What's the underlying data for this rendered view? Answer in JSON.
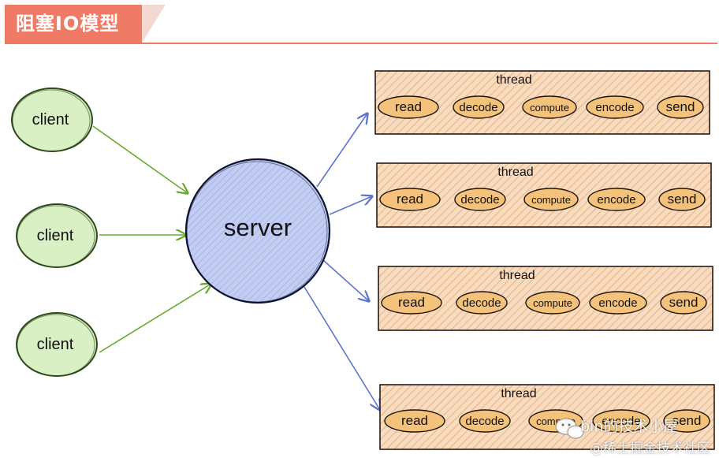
{
  "title": "阻塞IO模型",
  "clients": [
    "client",
    "client",
    "client"
  ],
  "server": "server",
  "threads": [
    {
      "label": "thread",
      "steps": [
        "read",
        "decode",
        "compute",
        "encode",
        "send"
      ]
    },
    {
      "label": "thread",
      "steps": [
        "read",
        "decode",
        "compute",
        "encode",
        "send"
      ]
    },
    {
      "label": "thread",
      "steps": [
        "read",
        "decode",
        "compute",
        "encode",
        "send"
      ]
    },
    {
      "label": "thread",
      "steps": [
        "read",
        "decode",
        "compute",
        "encode",
        "send"
      ]
    }
  ],
  "watermark": {
    "line1": "bin的技术小屋",
    "line2": "@稀土掘金技术社区"
  },
  "colors": {
    "title_bg": "#ef7b66",
    "client_fill": "#d9efc4",
    "client_stroke": "#2d4a1a",
    "client_arrow": "#6aaa2f",
    "server_fill": "#b9c4ee",
    "server_arrow": "#5f74cf",
    "thread_fill": "#f7d7b5",
    "thread_hatch": "#e6a070",
    "step_fill": "#f4c27a"
  }
}
